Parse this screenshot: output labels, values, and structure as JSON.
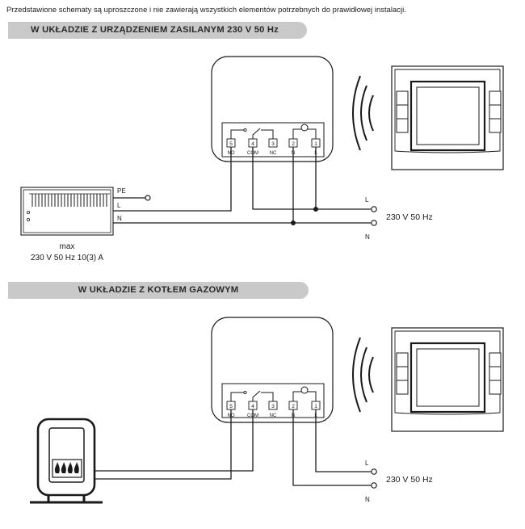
{
  "intro_text": "Przedstawione schematy są uproszczone i nie zawierają wszystkich elementów potrzebnych do prawidłowej instalacji.",
  "section1": {
    "title": "W UKŁADZIE Z URZĄDZENIEM ZASILANYM 230 V 50 Hz",
    "terminals": [
      {
        "num": "5",
        "label": "NO"
      },
      {
        "num": "4",
        "label": "COM"
      },
      {
        "num": "3",
        "label": "NC"
      },
      {
        "num": "2",
        "label": "N"
      },
      {
        "num": "1",
        "label": "L"
      }
    ],
    "device_wires": {
      "pe": "PE",
      "l": "L",
      "n": "N"
    },
    "supply_l": "L",
    "supply_n": "N",
    "supply_label": "230 V 50 Hz",
    "device_rating_line1": "max",
    "device_rating_line2": "230 V 50 Hz 10(3) A"
  },
  "section2": {
    "title": "W UKŁADZIE Z KOTŁEM GAZOWYM",
    "terminals": [
      {
        "num": "5",
        "label": "NO"
      },
      {
        "num": "4",
        "label": "COM"
      },
      {
        "num": "3",
        "label": "NC"
      },
      {
        "num": "2",
        "label": "N"
      },
      {
        "num": "1",
        "label": "L"
      }
    ],
    "supply_l": "L",
    "supply_n": "N",
    "supply_label": "230 V 50 Hz"
  }
}
